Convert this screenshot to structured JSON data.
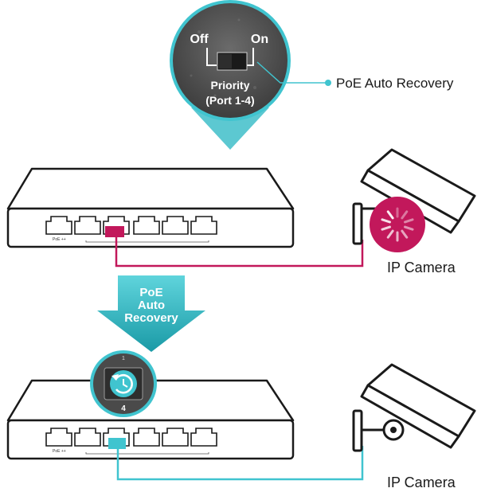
{
  "switch_panel": {
    "off_label": "Off",
    "on_label": "On",
    "priority_label_1": "Priority",
    "priority_label_2": "(Port 1-4)"
  },
  "callout": {
    "feature_label": "PoE Auto Recovery"
  },
  "cameras": {
    "top_label": "IP Camera",
    "bottom_label": "IP Camera"
  },
  "arrow": {
    "line1": "PoE",
    "line2": "Auto",
    "line3": "Recovery"
  },
  "zoom": {
    "port_number": "4",
    "top_mark": "1"
  },
  "device": {
    "poe_marking": "PoE ++"
  },
  "colors": {
    "teal": "#40c4cf",
    "magenta": "#c2185b",
    "dark_gray": "#555555",
    "outline": "#1a1a1a"
  }
}
